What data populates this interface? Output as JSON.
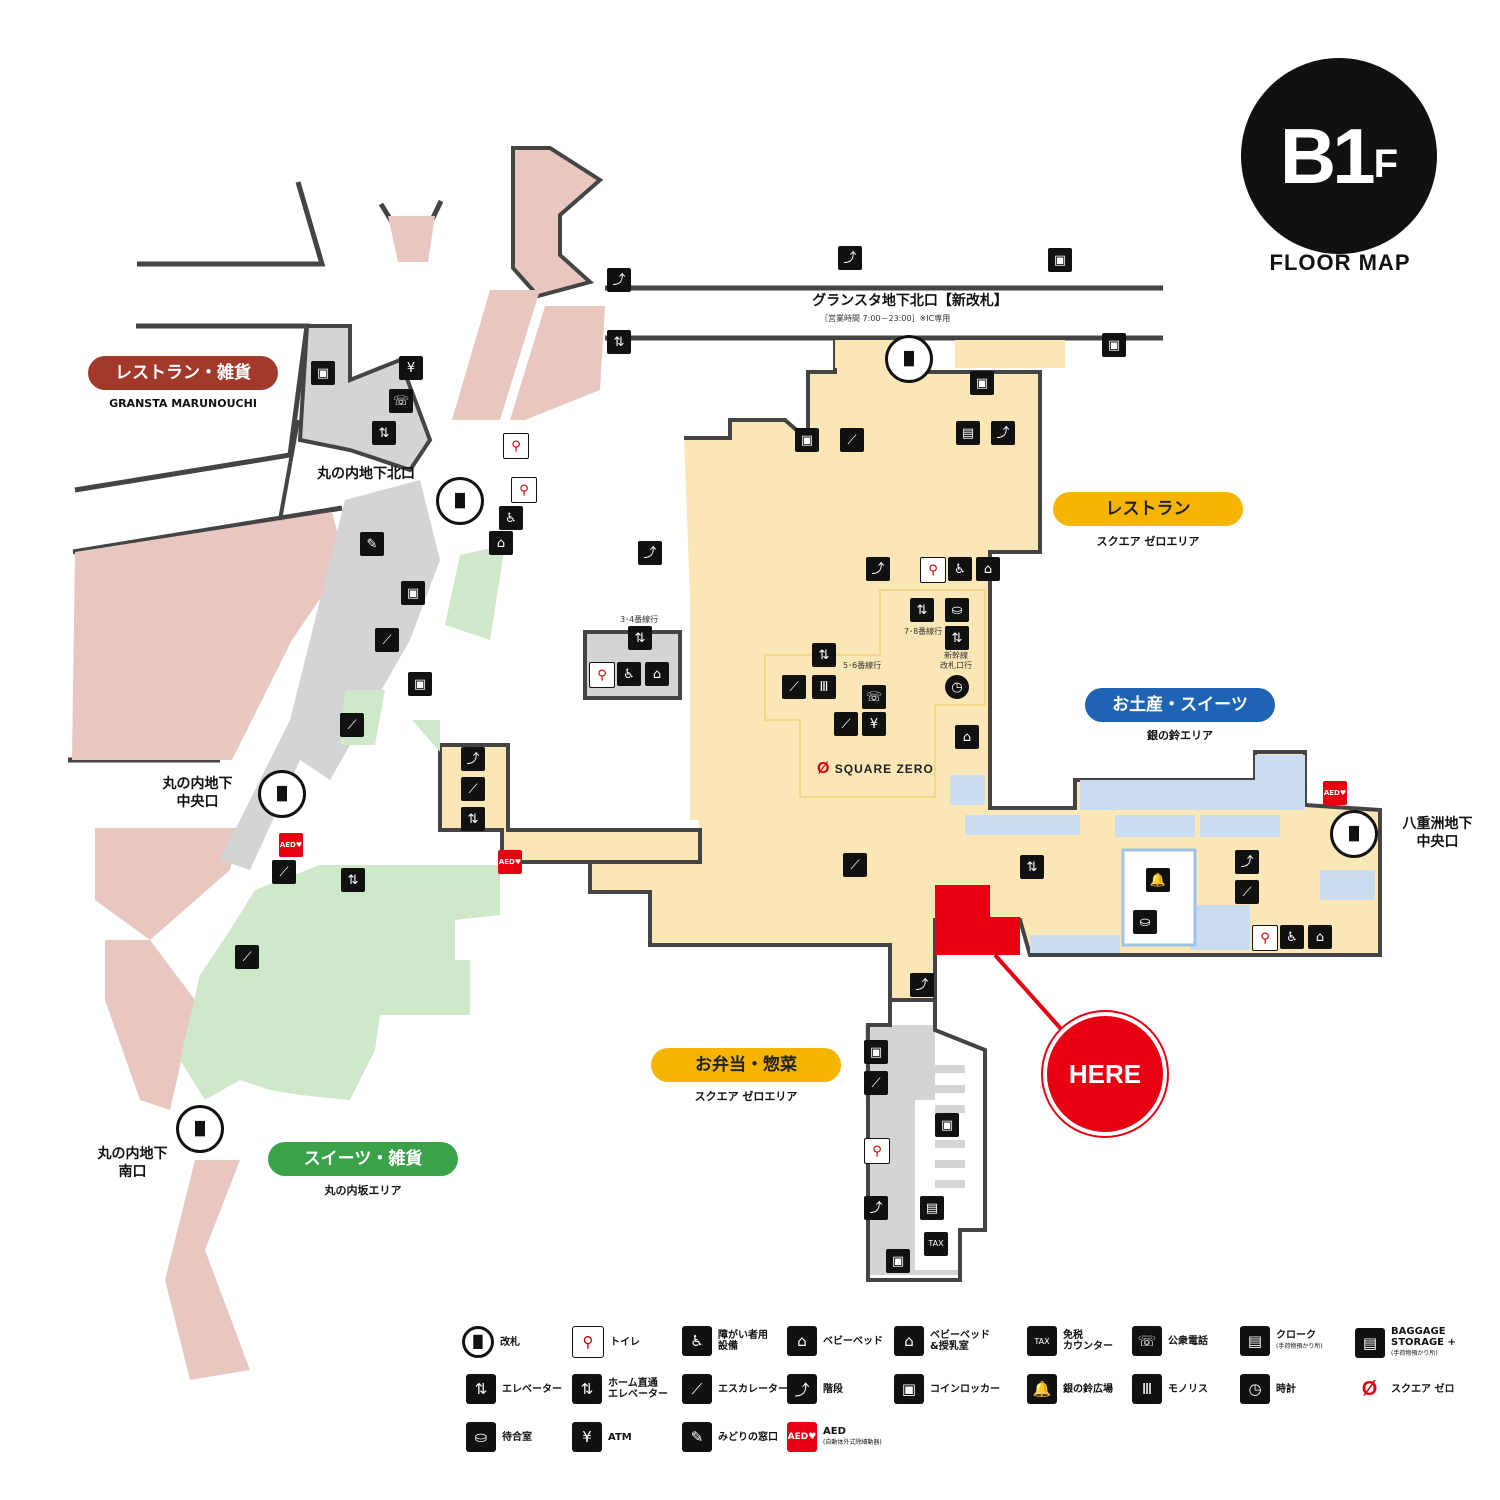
{
  "header": {
    "floor_main": "B1",
    "floor_suffix": "F",
    "floor_map_label": "FLOOR MAP"
  },
  "areas": {
    "restaurant_goods": {
      "label": "レストラン・雑貨",
      "sub": "GRANSTA MARUNOUCHI",
      "color": "#a23a2c"
    },
    "restaurant": {
      "label": "レストラン",
      "sub": "スクエア ゼロエリア",
      "color": "#f5b400"
    },
    "souvenir": {
      "label": "お土産・スイーツ",
      "sub": "銀の鈴エリア",
      "color": "#1f63b5"
    },
    "bento": {
      "label": "お弁当・惣菜",
      "sub": "スクエア ゼロエリア",
      "color": "#f5b400"
    },
    "sweets": {
      "label": "スイーツ・雑貨",
      "sub": "丸の内坂エリア",
      "color": "#3aa34a"
    }
  },
  "gates": {
    "north_new": {
      "label": "グランスタ地下北口【新改札】",
      "note": "［営業時間 7:00－23:00］※IC専用"
    },
    "maru_north": {
      "label": "丸の内地下北口"
    },
    "maru_center_1": "丸の内地下",
    "maru_center_2": "中央口",
    "maru_south_1": "丸の内地下",
    "maru_south_2": "南口",
    "yaesu_center_1": "八重洲地下",
    "yaesu_center_2": "中央口"
  },
  "platform_notes": {
    "p34": "3･4番線行",
    "p56": "5･6番線行",
    "p78": "7･8番線行",
    "shinkansen": "新幹線\n改札口行"
  },
  "square_zero_brand": "SQUARE ZERO",
  "here_label": "HERE",
  "colors": {
    "here": "#e60012",
    "pink": "#e8c7c1",
    "gray": "#d4d4d4",
    "yellow": "#fbe7b6",
    "blue": "#c9dcf0",
    "green": "#cfe8c9",
    "wall": "#444444"
  },
  "legend": [
    {
      "icon": "ticket-gate-icon",
      "label": "改札"
    },
    {
      "icon": "toilet-icon",
      "label": "トイレ"
    },
    {
      "icon": "accessible-facility-icon",
      "label": "障がい者用\n設備"
    },
    {
      "icon": "baby-bed-icon",
      "label": "ベビーベッド"
    },
    {
      "icon": "baby-nursing-icon",
      "label": "ベビーベッド\n&授乳室"
    },
    {
      "icon": "tax-free-icon",
      "label": "免税\nカウンター"
    },
    {
      "icon": "public-phone-icon",
      "label": "公衆電話"
    },
    {
      "icon": "cloak-icon",
      "label": "クローク",
      "small": "(手荷物預かり所)"
    },
    {
      "icon": "baggage-storage-icon",
      "label": "BAGGAGE\nSTORAGE +",
      "small": "(手荷物預かり所)"
    },
    {
      "icon": "elevator-icon",
      "label": "エレベーター"
    },
    {
      "icon": "platform-elevator-icon",
      "label": "ホーム直通\nエレベーター"
    },
    {
      "icon": "escalator-icon",
      "label": "エスカレーター"
    },
    {
      "icon": "stairs-icon",
      "label": "階段"
    },
    {
      "icon": "coin-locker-icon",
      "label": "コインロッカー"
    },
    {
      "icon": "silver-bell-icon",
      "label": "銀の鈴広場"
    },
    {
      "icon": "monolith-icon",
      "label": "モノリス"
    },
    {
      "icon": "clock-icon",
      "label": "時計"
    },
    {
      "icon": "square-zero-icon",
      "label": "スクエア ゼロ"
    },
    {
      "icon": "waiting-room-icon",
      "label": "待合室"
    },
    {
      "icon": "atm-icon",
      "label": "ATM"
    },
    {
      "icon": "ticket-office-icon",
      "label": "みどりの窓口"
    },
    {
      "icon": "aed-icon",
      "label": "AED",
      "small": "(自動体外式除細動器)"
    }
  ]
}
